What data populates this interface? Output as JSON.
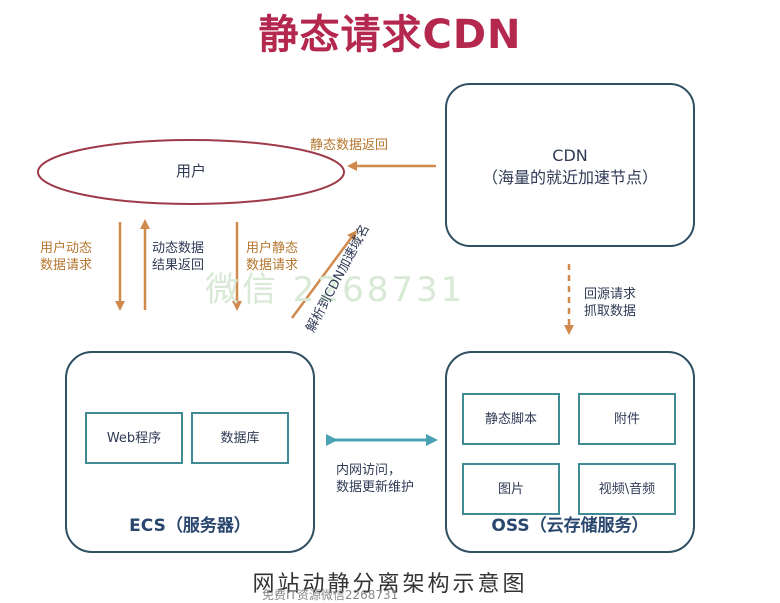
{
  "title": "静态请求CDN",
  "nodes": {
    "user": "用户",
    "cdn_line1": "CDN",
    "cdn_line2": "（海量的就近加速节点）",
    "ecs_label": "ECS（服务器）",
    "oss_label": "OSS（云存储服务）",
    "web_program": "Web程序",
    "database": "数据库",
    "static_script": "静态脚本",
    "attachment": "附件",
    "picture": "图片",
    "video_audio": "视频\\音频"
  },
  "edges": {
    "static_return": "静态数据返回",
    "user_dynamic_req_1": "用户动态",
    "user_dynamic_req_2": "数据请求",
    "dynamic_result_1": "动态数据",
    "dynamic_result_2": "结果返回",
    "user_static_req_1": "用户静态",
    "user_static_req_2": "数据请求",
    "resolve_cdn": "解析到CDN加速域名",
    "back_to_origin_1": "回源请求",
    "back_to_origin_2": "抓取数据",
    "intranet_1": "内网访问，",
    "intranet_2": "数据更新维护"
  },
  "caption": "网站动静分离架构示意图",
  "watermark": "微信 2268731",
  "watermark_bottom": "免费IT资源微信2268731",
  "colors": {
    "title": "#b5284e",
    "box_stroke": "#2f4f63",
    "ellipse_stroke": "#9e3a48",
    "arrow_orange": "#d08a4e",
    "arrow_teal": "#4aa3b3",
    "inner_box": "#3f8a93"
  }
}
